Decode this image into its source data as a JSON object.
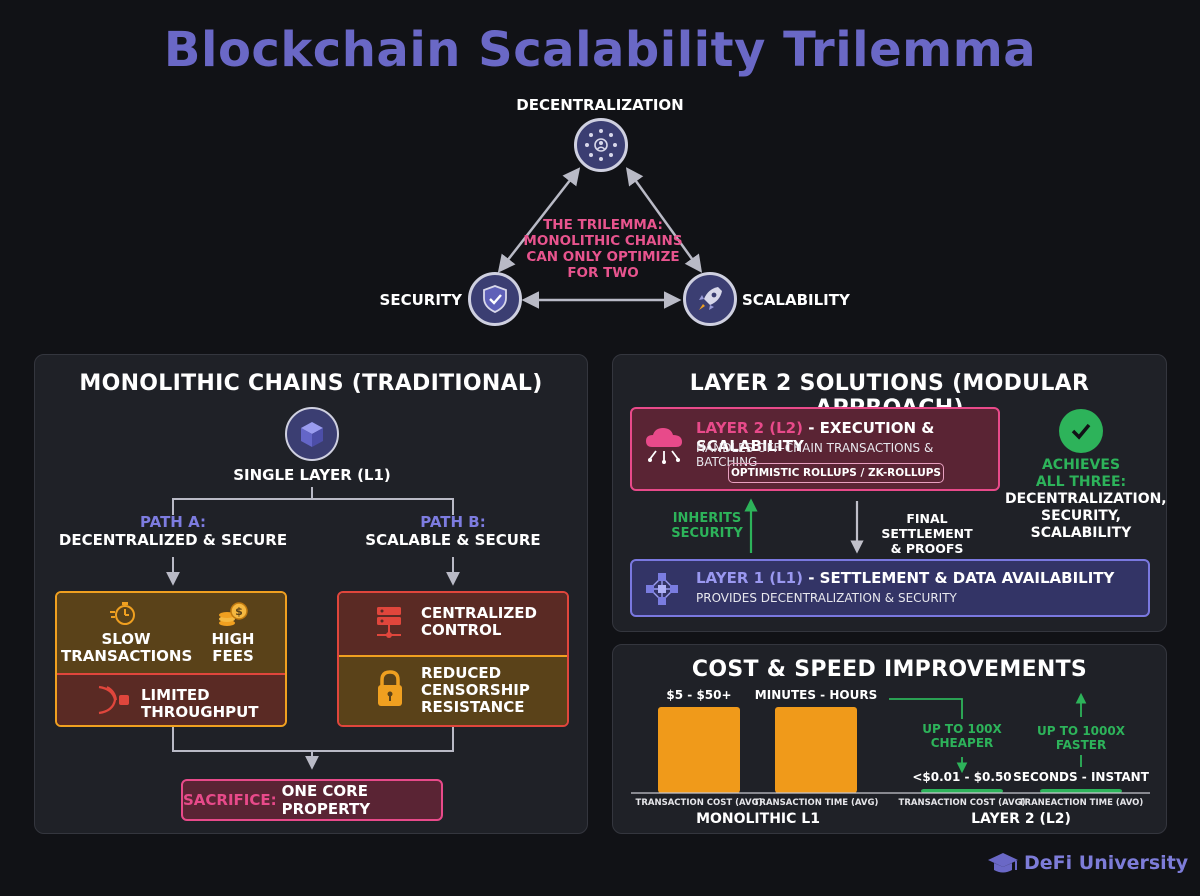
{
  "title": "Blockchain Scalability Trilemma",
  "trilemma": {
    "decentralization": "DECENTRALIZATION",
    "security": "SECURITY",
    "scalability": "SCALABILITY",
    "center_line1": "THE TRILEMMA:",
    "center_line2": "MONOLITHIC CHAINS",
    "center_line3": "CAN ONLY OPTIMIZE",
    "center_line4": "FOR TWO"
  },
  "monolithic": {
    "title": "MONOLITHIC CHAINS (TRADITIONAL)",
    "single_layer": "SINGLE LAYER (L1)",
    "path_a_title": "PATH A:",
    "path_a_sub": "DECENTRALIZED & SECURE",
    "path_b_title": "PATH B:",
    "path_b_sub": "SCALABLE & SECURE",
    "slow_1": "SLOW",
    "slow_2": "TRANSACTIONS",
    "fees_1": "HIGH",
    "fees_2": "FEES",
    "limited_1": "LIMITED",
    "limited_2": "THROUGHPUT",
    "central_1": "CENTRALIZED",
    "central_2": "CONTROL",
    "censor_1": "REDUCED",
    "censor_2": "CENSORSHIP",
    "censor_3": "RESISTANCE",
    "sacrifice_label": "SACRIFICE:",
    "sacrifice_value": "ONE CORE PROPERTY"
  },
  "layer2": {
    "title": "LAYER 2 SOLUTIONS (MODULAR APPROACH)",
    "l2_title_a": "LAYER 2 (L2)",
    "l2_title_b": " - EXECUTION & SCALABILITY",
    "l2_sub": "HANDLES OFF-CHAIN TRANSACTIONS & BATCHING",
    "rollups": "OPTIMISTIC ROLLUPS / ZK-ROLLUPS",
    "inherits_1": "INHERITS",
    "inherits_2": "SECURITY",
    "final_1": "FINAL SETTLEMENT",
    "final_2": "& PROOFS",
    "l1_title_a": "LAYER 1 (L1)",
    "l1_title_b": " - SETTLEMENT & DATA AVAILABILITY",
    "l1_sub": "PROVIDES DECENTRALIZATION & SECURITY",
    "achieves_1": "ACHIEVES",
    "achieves_2": "ALL THREE:",
    "achieves_3": "DECENTRALIZATION,",
    "achieves_4": "SECURITY,",
    "achieves_5": "SCALABILITY"
  },
  "chart_data": {
    "type": "bar",
    "title": "COST & SPEED IMPROVEMENTS",
    "groups": [
      "MONOLITHIC L1",
      "LAYER 2 (L2)"
    ],
    "categories": [
      "TRANSACTION COST (AVG)",
      "TRANSACTION TIME (AVG)",
      "TRANSACTION COST (AVG)",
      "TRANEACTION TIME (AVO)"
    ],
    "value_labels": [
      "$5 - $50+",
      "MINUTES - HOURS",
      "<$0.01 - $0.50",
      "SECONDS - INSTANT"
    ],
    "relative_heights": [
      1.0,
      1.0,
      0.04,
      0.04
    ],
    "improvement_cost": [
      "UP TO 100X",
      "CHEAPER"
    ],
    "improvement_speed": [
      "UP TO 1000X",
      "FASTER"
    ]
  },
  "brand": "DeFi University",
  "colors": {
    "accent": "#6a68c6",
    "orange": "#f09a1a",
    "red": "#e0463c",
    "pink": "#e84a8a",
    "green": "#2db35a"
  }
}
